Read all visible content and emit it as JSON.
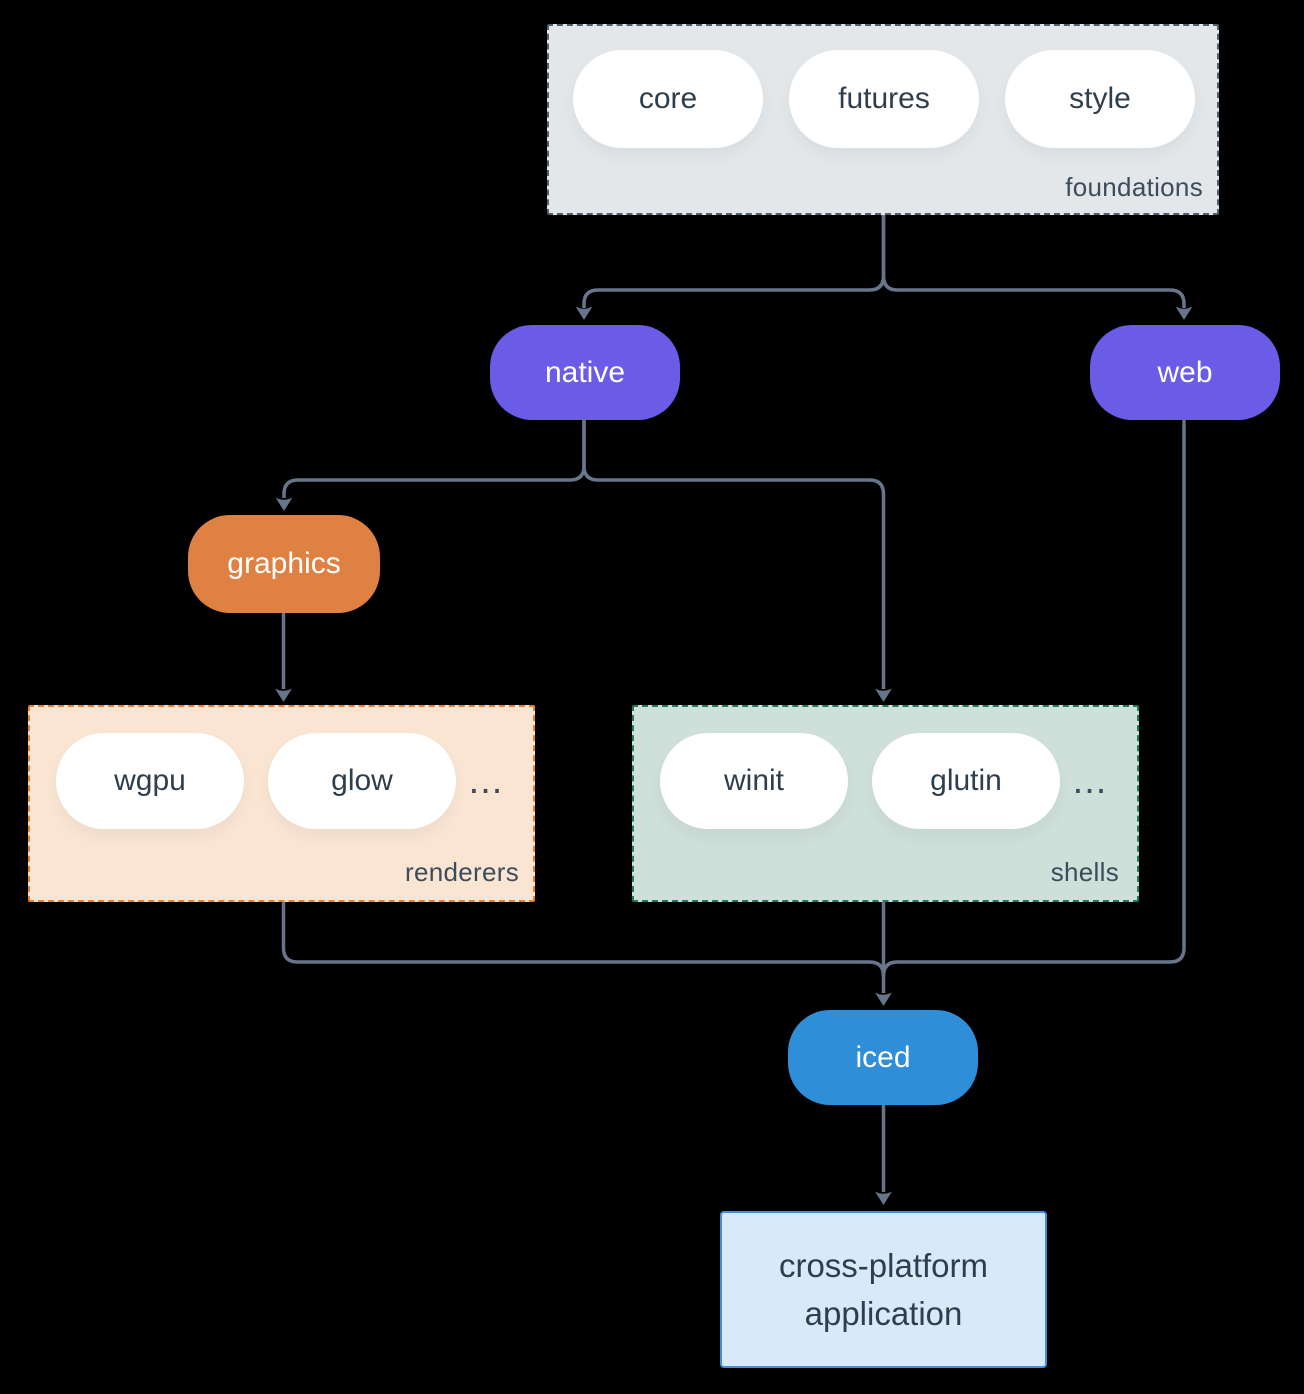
{
  "nodes": {
    "foundations": {
      "label": "foundations",
      "pills": [
        "core",
        "futures",
        "style"
      ]
    },
    "native": {
      "label": "native"
    },
    "web": {
      "label": "web"
    },
    "graphics": {
      "label": "graphics"
    },
    "renderers": {
      "label": "renderers",
      "pills": [
        "wgpu",
        "glow"
      ],
      "more": "..."
    },
    "shells": {
      "label": "shells",
      "pills": [
        "winit",
        "glutin"
      ],
      "more": "..."
    },
    "iced": {
      "label": "iced"
    },
    "application": {
      "label": "cross-platform application"
    }
  },
  "colors": {
    "background": "#000000",
    "line": "#66758a",
    "text_dark": "#2f3e4d",
    "label": "#3c4c5a",
    "pill": "#ffffff",
    "foundations_fill": "#e3e7ea",
    "foundations_border": "#51606e",
    "purple": "#6b5ce7",
    "orange": "#df8142",
    "blue": "#2e8ed8",
    "renderers_fill": "#fae5d3",
    "renderers_border": "#e8802f",
    "shells_fill": "#cfdfd9",
    "shells_border": "#1e7a64",
    "app_fill": "#d8e9f9",
    "app_border": "#3f90d8"
  }
}
